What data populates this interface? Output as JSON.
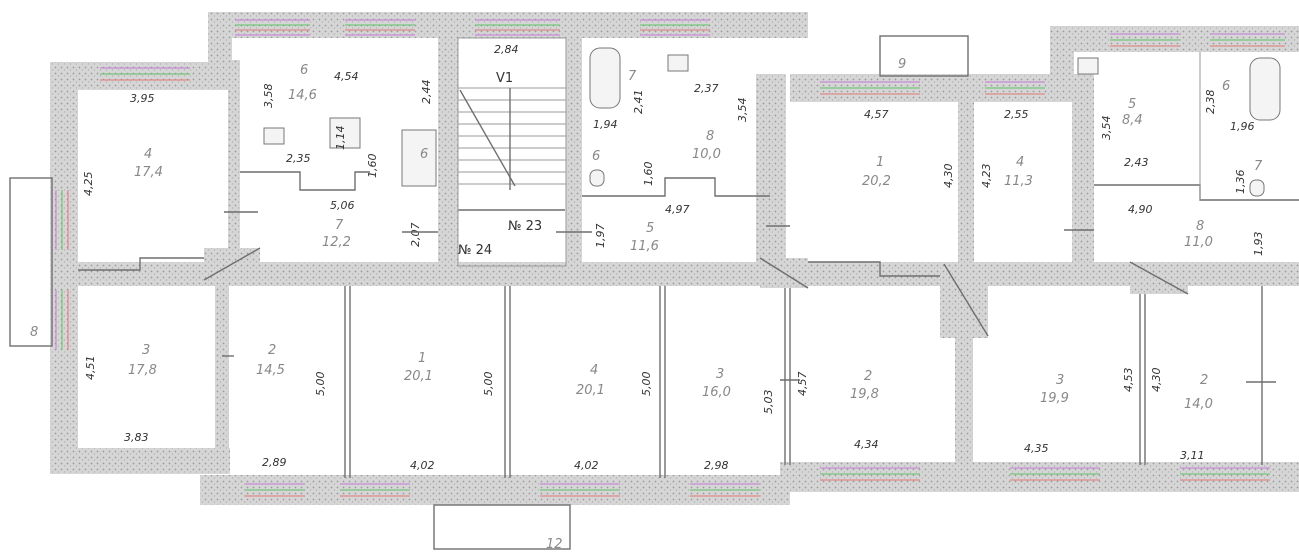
{
  "apartments": [
    {
      "id": "apt23",
      "label": "№ 23"
    },
    {
      "id": "apt24",
      "label": "№ 24"
    }
  ],
  "stair_label": "V1",
  "rooms": [
    {
      "id": "r6a",
      "number": "6",
      "area": "14,6"
    },
    {
      "id": "r4a",
      "number": "4",
      "area": "17,4"
    },
    {
      "id": "r7a",
      "number": "7",
      "area": "12,2"
    },
    {
      "id": "r6b",
      "number": "6",
      "area": ""
    },
    {
      "id": "r7b",
      "number": "7",
      "area": ""
    },
    {
      "id": "r6c",
      "number": "6",
      "area": ""
    },
    {
      "id": "r8a",
      "number": "8",
      "area": "10,0"
    },
    {
      "id": "r5a",
      "number": "5",
      "area": "11,6"
    },
    {
      "id": "r9",
      "number": "9",
      "area": ""
    },
    {
      "id": "r1a",
      "number": "1",
      "area": "20,2"
    },
    {
      "id": "r4b",
      "number": "4",
      "area": "11,3"
    },
    {
      "id": "r5b",
      "number": "5",
      "area": "8,4"
    },
    {
      "id": "r6d",
      "number": "6",
      "area": ""
    },
    {
      "id": "r7c",
      "number": "7",
      "area": ""
    },
    {
      "id": "r8b",
      "number": "8",
      "area": "11,0"
    },
    {
      "id": "r8c",
      "number": "8",
      "area": ""
    },
    {
      "id": "r3a",
      "number": "3",
      "area": "17,8"
    },
    {
      "id": "r2a",
      "number": "2",
      "area": "14,5"
    },
    {
      "id": "r1b",
      "number": "1",
      "area": "20,1"
    },
    {
      "id": "r4c",
      "number": "4",
      "area": "20,1"
    },
    {
      "id": "r3b",
      "number": "3",
      "area": "16,0"
    },
    {
      "id": "r2b",
      "number": "2",
      "area": "19,8"
    },
    {
      "id": "r3c",
      "number": "3",
      "area": "19,9"
    },
    {
      "id": "r2c",
      "number": "2",
      "area": "14,0"
    },
    {
      "id": "r12",
      "number": "12",
      "area": ""
    }
  ],
  "dimensions": [
    "3,95",
    "4,25",
    "4,54",
    "3,58",
    "2,44",
    "2,35",
    "1,14",
    "1,60",
    "5,06",
    "2,07",
    "2,84",
    "1,94",
    "2,41",
    "2,37",
    "3,54",
    "1,60",
    "4,97",
    "1,97",
    "4,57",
    "4,30",
    "2,55",
    "4,23",
    "3,54",
    "2,38",
    "1,96",
    "2,43",
    "1,36",
    "4,90",
    "1,93",
    "4,51",
    "3,83",
    "5,00",
    "5,00",
    "5,00",
    "5,03",
    "4,57",
    "2,89",
    "4,02",
    "4,02",
    "2,98",
    "4,34",
    "4,53",
    "4,30",
    "4,35",
    "3,11"
  ]
}
